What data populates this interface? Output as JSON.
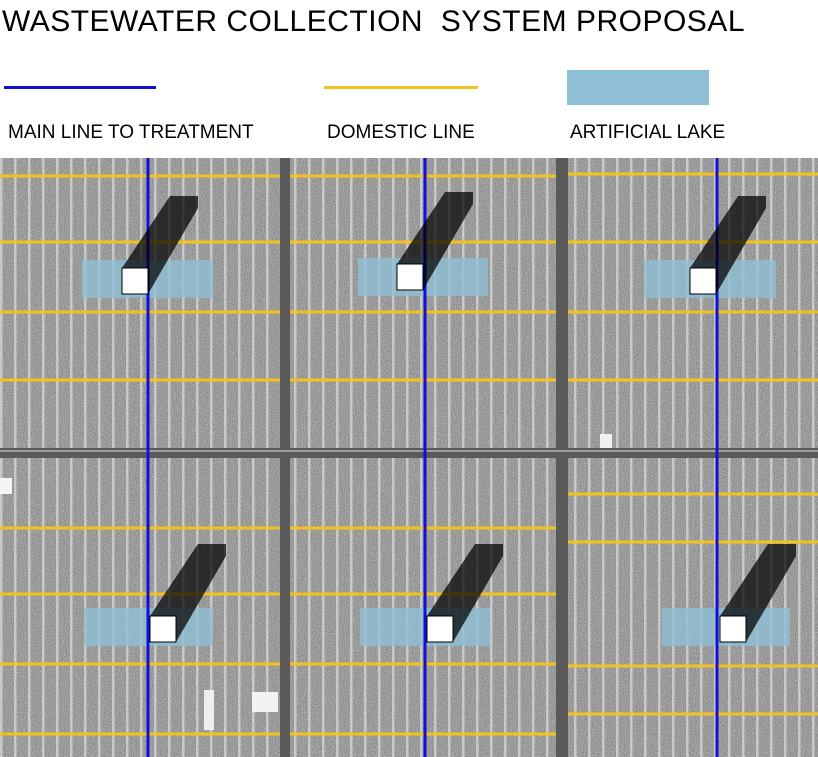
{
  "title": "WASTEWATER COLLECTION  SYSTEM PROPOSAL",
  "legend": {
    "main_line": {
      "label": "MAIN LINE TO TREATMENT",
      "color": "#1010d8"
    },
    "domestic_line": {
      "label": "DOMESTIC LINE",
      "color": "#f4c21c"
    },
    "artificial_lake": {
      "label": "ARTIFICIAL LAKE",
      "color": "#8fbfd4"
    }
  },
  "map": {
    "base": "aerial-photo-urban-grid",
    "lake_count": 6,
    "main_line_count": 3
  }
}
